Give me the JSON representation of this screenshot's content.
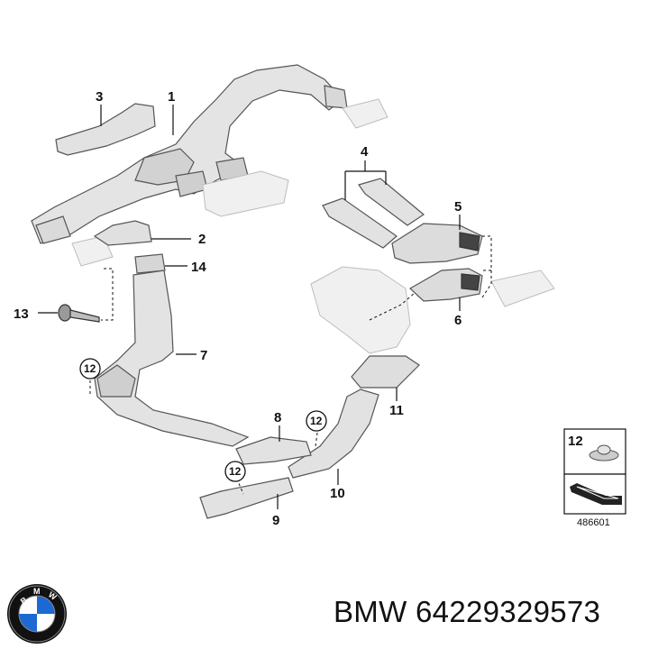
{
  "brand_logo": {
    "name": "bmw-logo",
    "letters": "BMW",
    "colors": {
      "ring": "#111111",
      "blue": "#1c69d4",
      "white": "#ffffff"
    }
  },
  "caption": {
    "brand": "BMW",
    "part_number": "64229329573"
  },
  "callouts": {
    "c1": "1",
    "c2": "2",
    "c3": "3",
    "c4": "4",
    "c5": "5",
    "c6": "6",
    "c7": "7",
    "c8": "8",
    "c9": "9",
    "c10": "10",
    "c11": "11",
    "c12a": "12",
    "c12b": "12",
    "c12c": "12",
    "c13": "13",
    "c14": "14"
  },
  "inset": {
    "top_label": "12",
    "diagram_code": "486601"
  },
  "colors": {
    "part_fill": "#e4e4e4",
    "part_shade": "#cfcfcf",
    "ghost_fill": "#f0f0f0",
    "line": "#111111"
  }
}
